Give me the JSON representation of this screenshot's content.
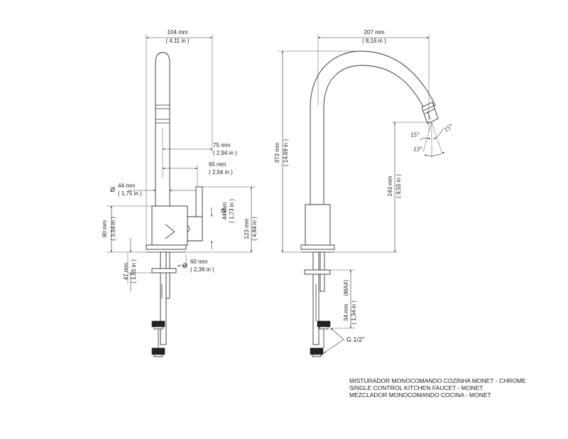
{
  "side_view": {
    "width": {
      "mm": "104 mm",
      "in": "( 4,11 in )"
    },
    "handle_reach": {
      "mm": "75 mm",
      "in": "( 2,94 in )"
    },
    "handle_offset": {
      "mm": "65 mm",
      "in": "( 2,56 in )"
    },
    "spout_diameter": {
      "symbol": "Ø",
      "mm": "44 mm",
      "in": "( 1,75 in )"
    },
    "handle_diameter": {
      "symbol": "Ø",
      "mm": "44 mm",
      "in": "( 1,73 in )"
    },
    "body_height": {
      "mm": "90 mm",
      "in": "( 3,54 in )"
    },
    "handle_height": {
      "mm": "123 mm",
      "in": "( 4,84 in )"
    },
    "under_counter": {
      "mm": "47 mm",
      "in": "( 1,85 in )"
    },
    "base_diameter": {
      "symbol": "Ø",
      "mm": "60 mm",
      "in": "( 2,36 in )"
    }
  },
  "front_view": {
    "spout_reach": {
      "mm": "207 mm",
      "in": "( 8,16 in )"
    },
    "total_height": {
      "mm": "373 mm",
      "in": "( 14,69 in )"
    },
    "outlet_height": {
      "mm": "243 mm",
      "in": "( 9,55 in )"
    },
    "counter_thickness": {
      "mm": "34 mm",
      "in": "( 1,34 in )",
      "note": "(MAX)"
    },
    "angles": {
      "a1": "15°",
      "a2": "15°",
      "a3": "13°"
    },
    "thread": "G 1/2''"
  },
  "title_block": {
    "line_pt": "MISTURADOR MONOCOMANDO COZINHA MONET - CHROME",
    "line_en": "SINGLE CONTROL KITCHEN FAUCET - MONET",
    "line_es": "MEZCLADOR MONOCOMANDO COCINA - MONET"
  }
}
